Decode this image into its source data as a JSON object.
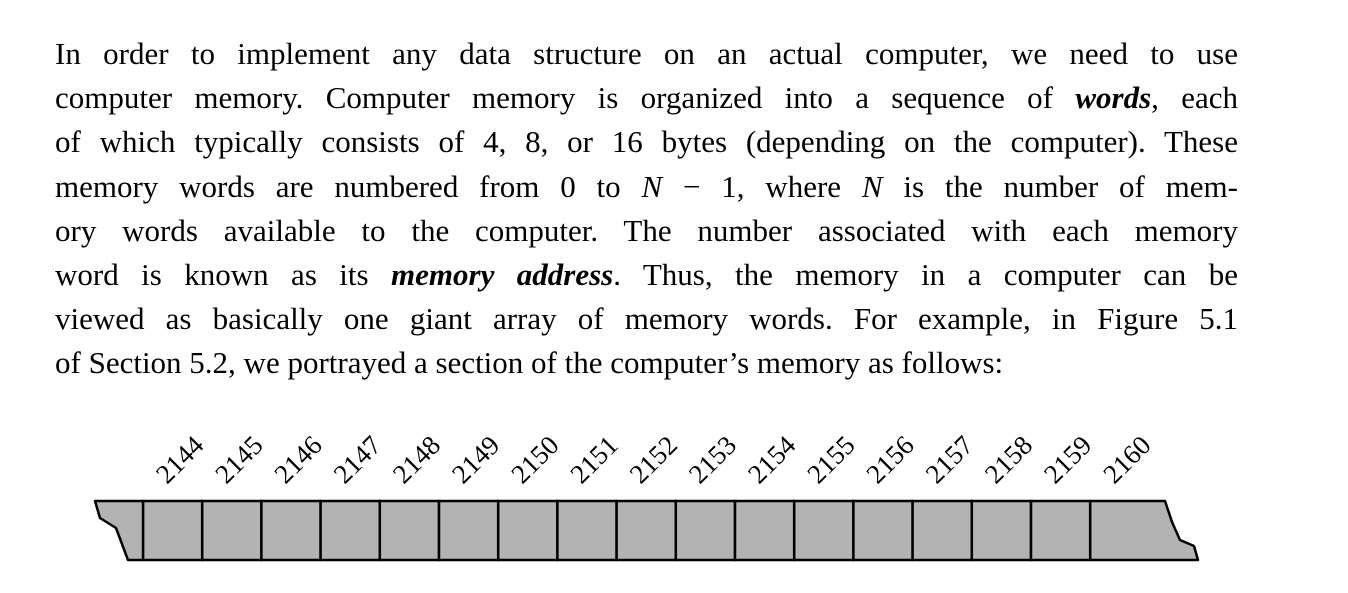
{
  "paragraph": {
    "line1": {
      "text": "In order to implement any data structure on an actual computer, we need to use"
    },
    "line2": {
      "pre": "computer memory. Computer memory is organized into a sequence of ",
      "em": "words",
      "post": ", each"
    },
    "line3": {
      "text": "of which typically consists of 4, 8, or 16 bytes (depending on the computer). These"
    },
    "line4": {
      "pre": "memory words are numbered from 0 to ",
      "var1": "N",
      "mid": " − 1, where ",
      "var2": "N",
      "post": " is the number of mem-"
    },
    "line5": {
      "text": "ory words available to the computer.  The number associated with each memory"
    },
    "line6": {
      "pre": "word is known as its ",
      "em": "memory address",
      "post": ".  Thus, the memory in a computer can be"
    },
    "line7": {
      "text": "viewed as basically one giant array of memory words. For example, in Figure 5.1"
    },
    "line8": {
      "text": "of Section 5.2, we portrayed a section of the computer’s memory as follows:"
    }
  },
  "memory_diagram": {
    "addresses": [
      "2144",
      "2145",
      "2146",
      "2147",
      "2148",
      "2149",
      "2150",
      "2151",
      "2152",
      "2153",
      "2154",
      "2155",
      "2156",
      "2157",
      "2158",
      "2159",
      "2160"
    ],
    "cell_fill": "#b3b3b3",
    "stroke": "#000000"
  }
}
